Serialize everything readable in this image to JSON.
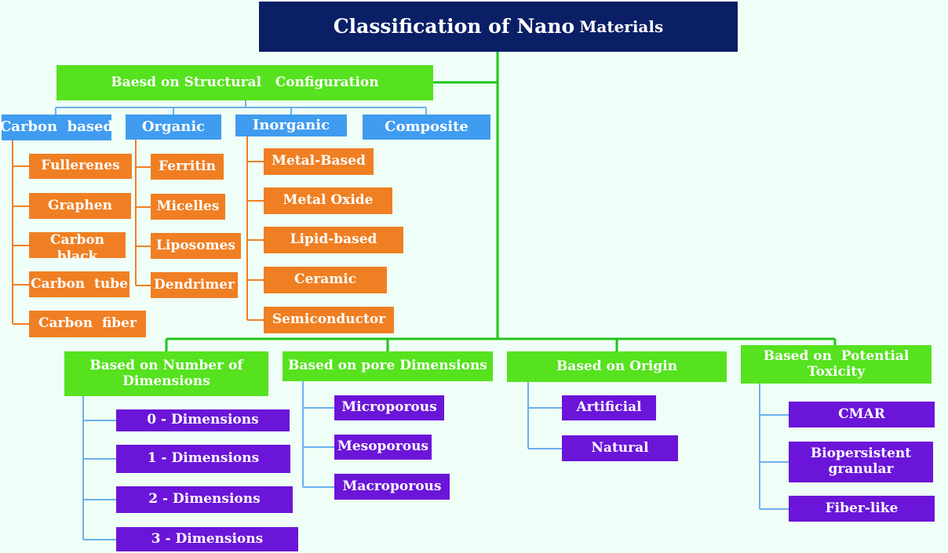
{
  "title": {
    "main": "Classification of Nano",
    "rest": "Materials"
  },
  "structural": {
    "label": "Baesd on Structural   Configuration",
    "groups": [
      {
        "label": "Carbon  based",
        "items": [
          "Fullerenes",
          "Graphen",
          "Carbon black",
          "Carbon  tube",
          "Carbon  fiber"
        ]
      },
      {
        "label": "Organic",
        "items": [
          "Ferritin",
          "Micelles",
          "Liposomes",
          "Dendrimer"
        ]
      },
      {
        "label": "Inorganic",
        "items": [
          "Metal-Based",
          "Metal Oxide",
          "Lipid-based",
          "Ceramic",
          "Semiconductor"
        ]
      },
      {
        "label": "Composite",
        "items": []
      }
    ]
  },
  "bottom": [
    {
      "label": "Based on Number  of Dimensions",
      "items": [
        "0 - Dimensions",
        "1 - Dimensions",
        "2 - Dimensions",
        "3 - Dimensions"
      ]
    },
    {
      "label": "Based on pore Dimensions",
      "items": [
        "Microporous",
        "Mesoporous",
        "Macroporous"
      ]
    },
    {
      "label": "Based on Origin",
      "items": [
        "Artificial",
        "Natural"
      ]
    },
    {
      "label": "Based on  Potential Toxicity",
      "items": [
        "CMAR",
        "Biopersistent granular",
        "Fiber-like"
      ]
    }
  ],
  "colors": {
    "title_bg": "#0a1f66",
    "category": "#56e21f",
    "subcategory": "#3f9cf0",
    "structural_item": "#f07f23",
    "other_item": "#6b15d9",
    "green_line": "#22c41a",
    "blue_line": "#6ab0f0",
    "orange_line": "#f07f23"
  }
}
